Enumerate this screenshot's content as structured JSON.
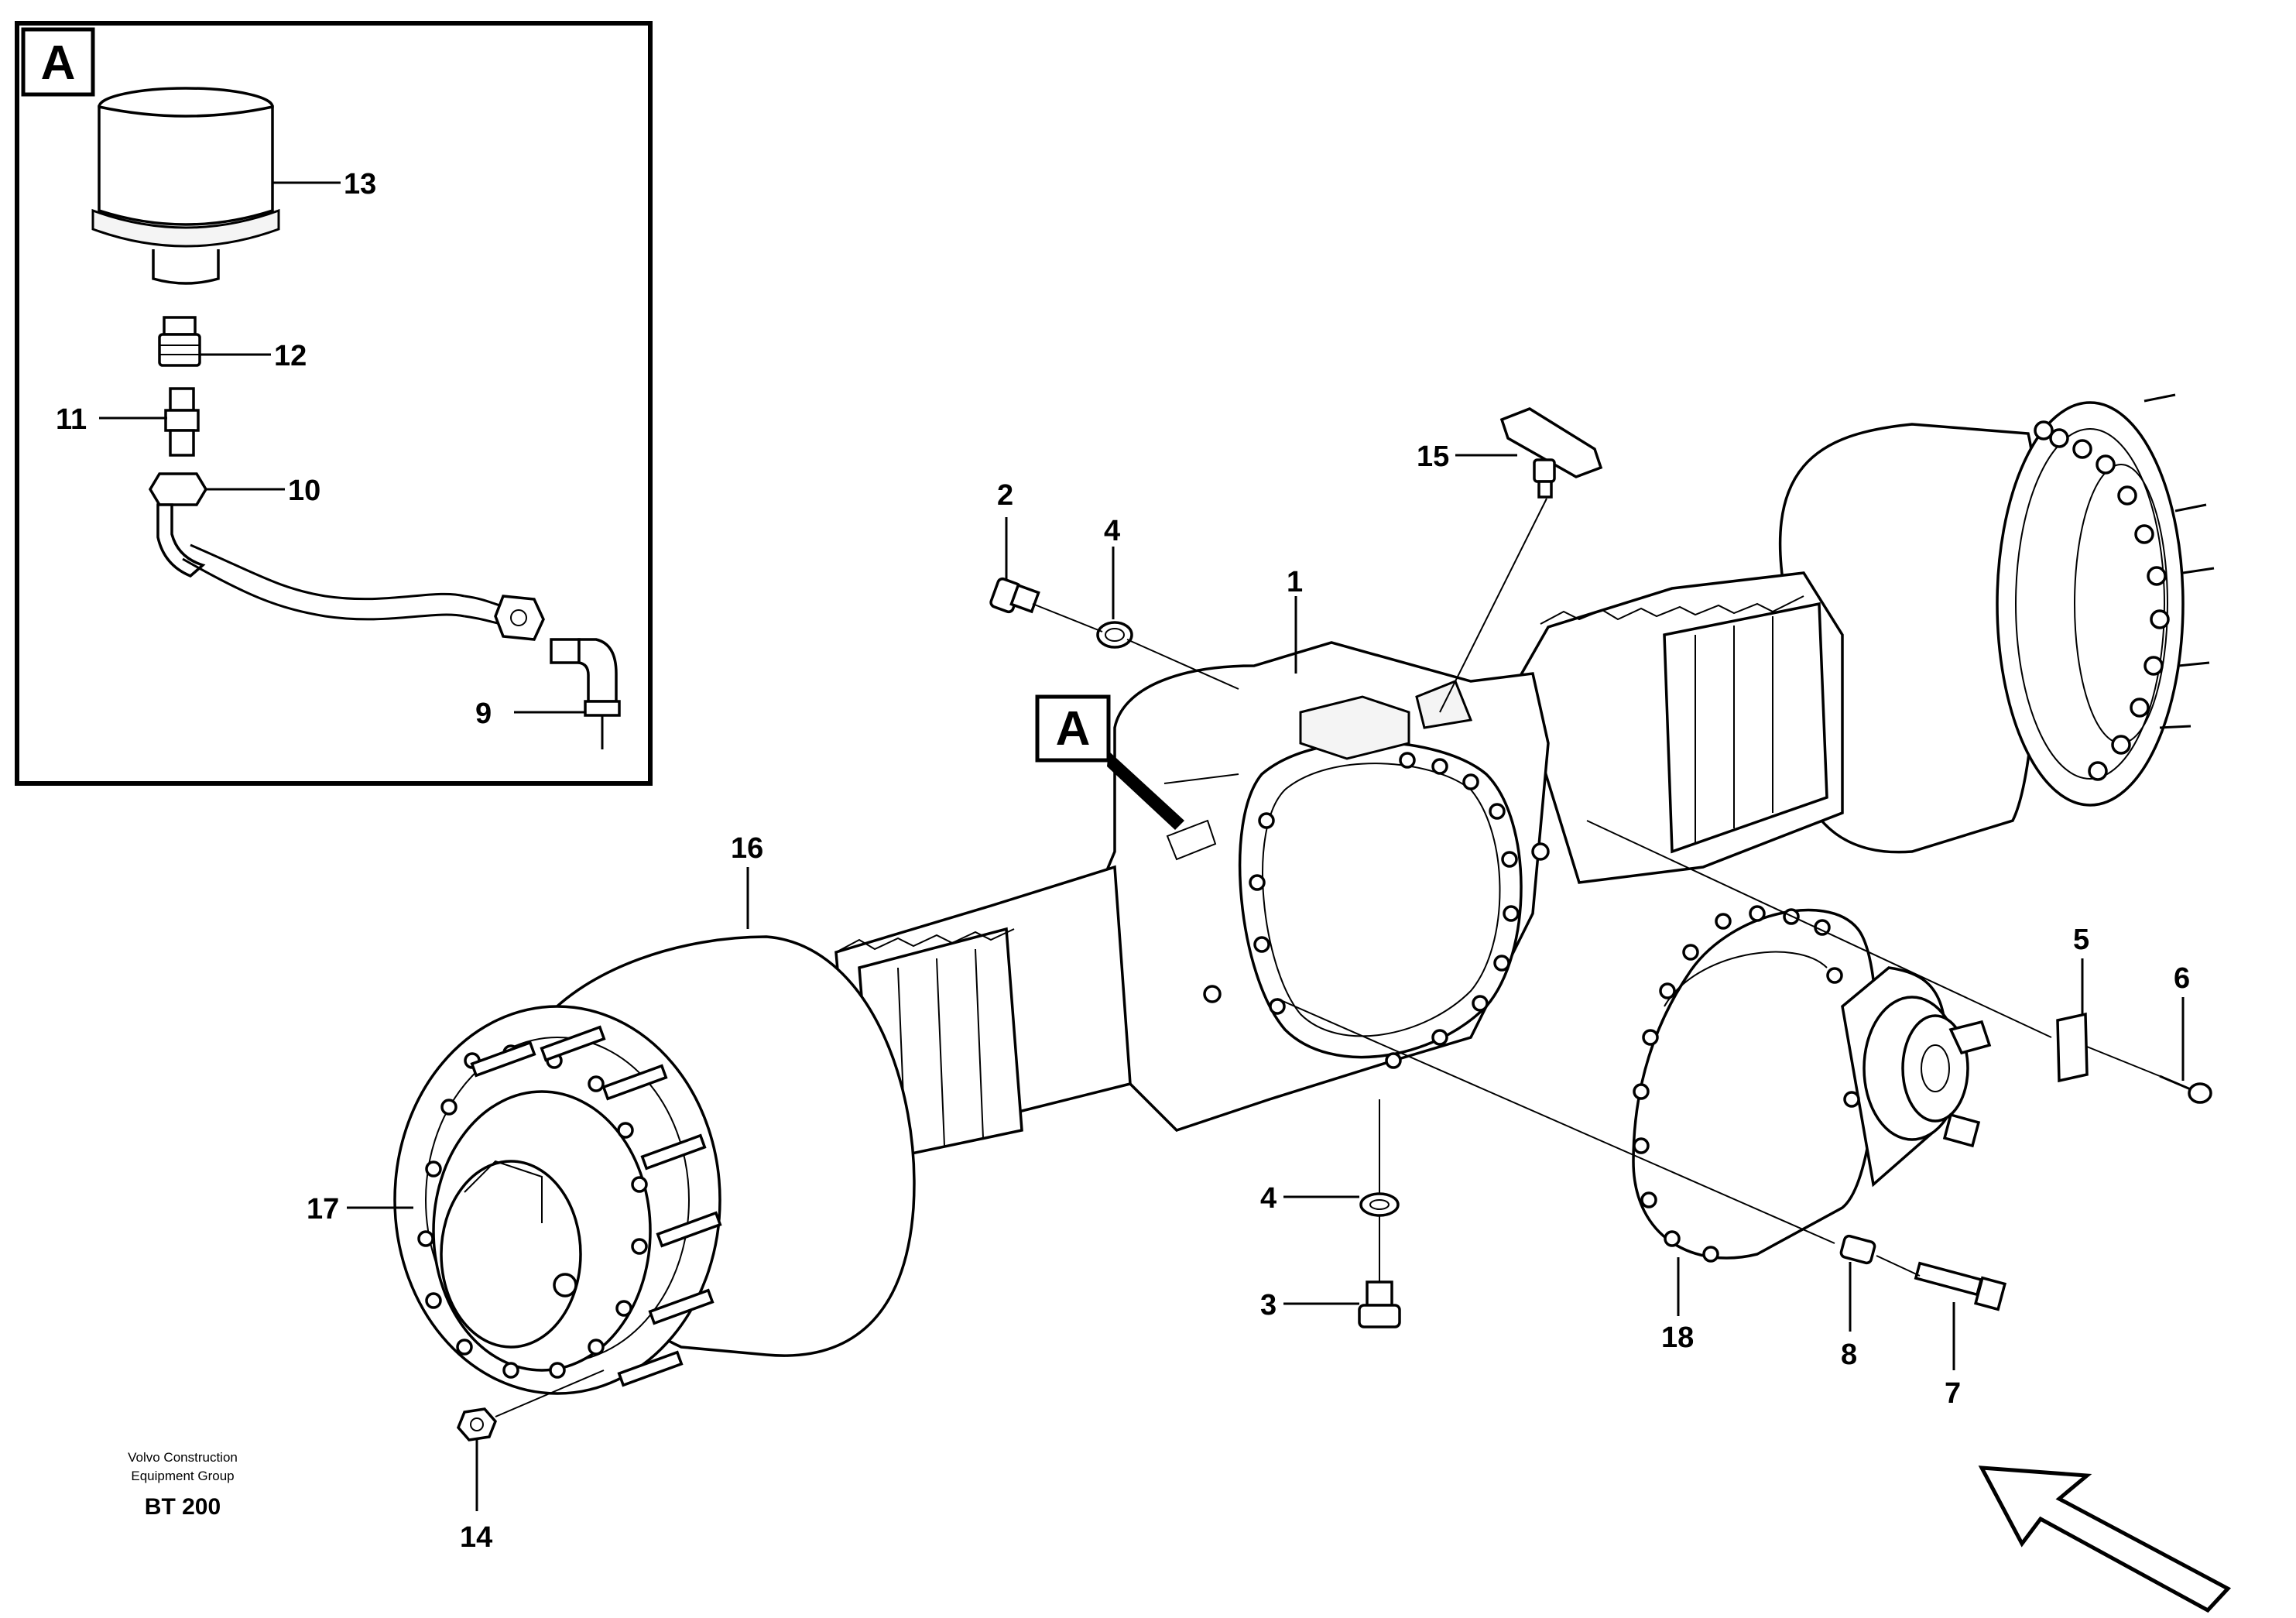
{
  "diagram": {
    "inset_label": "A",
    "detail_label": "A",
    "callouts": {
      "c1": "1",
      "c2": "2",
      "c3": "3",
      "c4a": "4",
      "c4b": "4",
      "c5": "5",
      "c6": "6",
      "c7": "7",
      "c8": "8",
      "c9": "9",
      "c10": "10",
      "c11": "11",
      "c12": "12",
      "c13": "13",
      "c14": "14",
      "c15": "15",
      "c16": "16",
      "c17": "17",
      "c18": "18"
    },
    "credit": {
      "line1": "Volvo Construction",
      "line2": "Equipment Group",
      "code": "BT 200"
    }
  }
}
